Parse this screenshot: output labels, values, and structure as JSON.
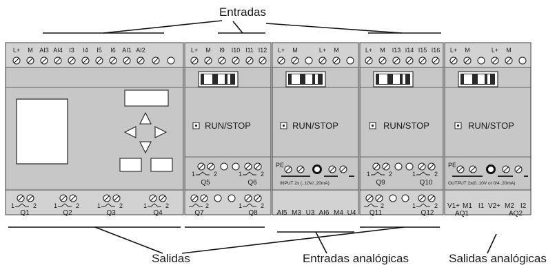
{
  "captions": {
    "top": "Entradas",
    "bottom_left": "Salidas",
    "bottom_mid": "Entradas analógicas",
    "bottom_right": "Salidas analógicas"
  },
  "base_module": {
    "top_labels": [
      "L+",
      "M",
      "AI3",
      "AI4",
      "I3",
      "I4",
      "I5",
      "I6",
      "AI1",
      "AI2"
    ],
    "bottom_labels": [
      "Q1",
      "Q2",
      "Q3",
      "Q4"
    ]
  },
  "modules": [
    {
      "id": "dm1",
      "top_labels": [
        "L+",
        "M",
        "I9",
        "I10",
        "I11",
        "I12"
      ],
      "run_stop": "RUN/STOP",
      "relay_labels": [
        "Q5",
        "Q6"
      ],
      "bottom_labels": [
        "Q7",
        "Q8"
      ]
    },
    {
      "id": "am1",
      "top_labels": [
        "L+",
        "M",
        "L+",
        "M"
      ],
      "run_stop": "RUN/STOP",
      "pe": "PE",
      "input_note": "INPUT 2x (..10V/..20mA)",
      "bottom_labels": [
        "AI5",
        "M3",
        "U3",
        "AI6",
        "M4",
        "U4"
      ]
    },
    {
      "id": "dm2",
      "top_labels": [
        "L+",
        "M",
        "I13",
        "I14",
        "I15",
        "I16"
      ],
      "run_stop": "RUN/STOP",
      "relay_labels": [
        "Q9",
        "Q10"
      ],
      "bottom_labels": [
        "Q11",
        "Q12"
      ]
    },
    {
      "id": "am2",
      "top_labels": [
        "L+",
        "M",
        "L+",
        "M"
      ],
      "run_stop": "RUN/STOP",
      "pe": "PE",
      "output_note": "OUTPUT 2x(0..10V or 0/4..20mA)",
      "bottom_labels": [
        "V1+",
        "M1",
        "I1",
        "V2+",
        "M2",
        "I2"
      ],
      "bottom_sub": [
        "AQ1",
        "AQ2"
      ]
    }
  ],
  "relay_pin_labels": [
    "1",
    "2"
  ]
}
